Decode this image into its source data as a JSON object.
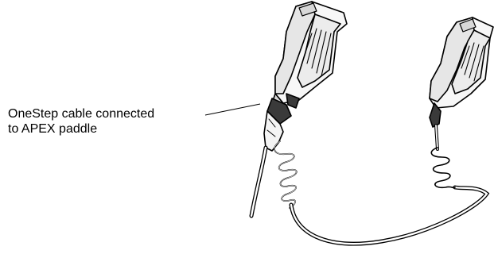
{
  "callout": {
    "line1": "OneStep cable connected",
    "line2": "to APEX paddle"
  },
  "colors": {
    "outline": "#000000",
    "paddle_fill": "#f7f7f7",
    "paddle_shade": "#d8d8d8",
    "cable_fill": "#3a3a3a",
    "background": "#ffffff"
  },
  "icons": {
    "left_paddle": "apex-paddle-with-onestep-cable",
    "right_paddle": "apex-paddle"
  }
}
